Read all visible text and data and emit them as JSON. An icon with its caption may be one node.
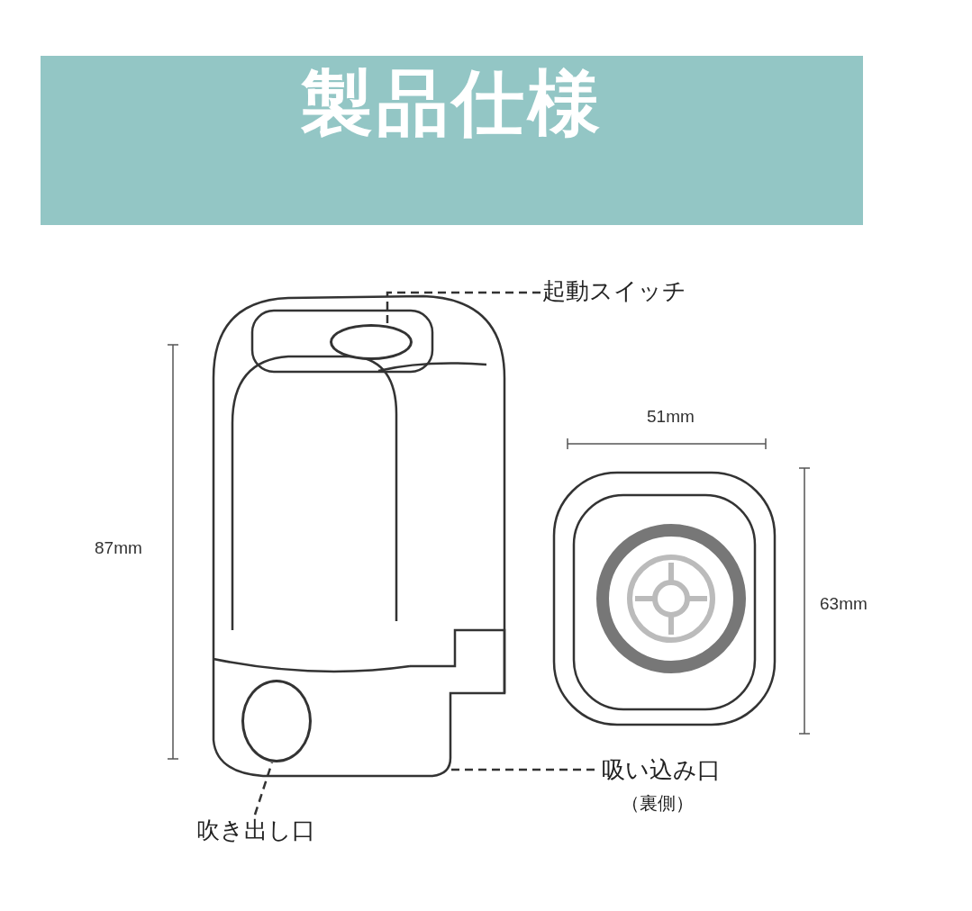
{
  "diagram": {
    "title": "製品仕様",
    "nodes": [
      {
        "text": [
          "起動スイッチ"
        ]
      },
      {
        "text": [],
        "shape": "circle"
      },
      {
        "text": [
          "吸い込み口",
          "（裏側）"
        ]
      },
      {
        "text": [
          "吹き出し口"
        ]
      },
      {
        "text": [],
        "shape": "circle"
      }
    ],
    "edges": [
      {
        "from": 0,
        "to": 1,
        "arrow": "none",
        "style": "dashed"
      },
      {
        "from": 2,
        "to": null,
        "arrow": "none",
        "style": "dashed"
      },
      {
        "from": 3,
        "to": 4,
        "arrow": "none",
        "style": "dashed"
      }
    ],
    "labels": [
      "87mm",
      "51mm",
      "63mm"
    ]
  }
}
